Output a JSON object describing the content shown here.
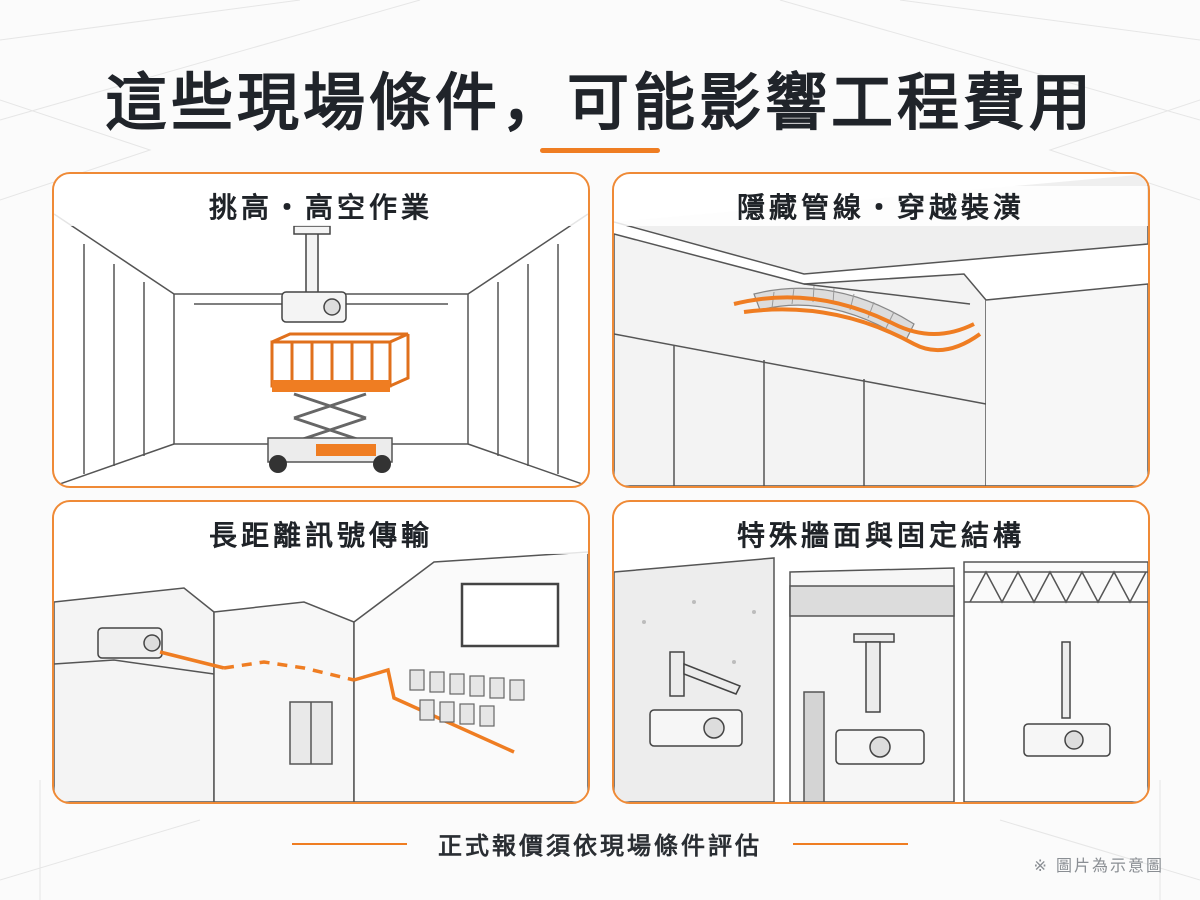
{
  "title": "這些現場條件，可能影響工程費用",
  "panels": [
    {
      "label": "挑高・高空作業",
      "scene": "scissor-lift-high-ceiling"
    },
    {
      "label": "隱藏管線・穿越裝潢",
      "scene": "hidden-conduit-ceiling"
    },
    {
      "label": "長距離訊號傳輸",
      "scene": "long-distance-signal-cabling"
    },
    {
      "label": "特殊牆面與固定結構",
      "scene": "special-wall-and-mount-structures"
    }
  ],
  "footer": "正式報價須依現場條件評估",
  "note": "※ 圖片為示意圖",
  "colors": {
    "accent": "#ef7d22",
    "panel_border": "#ef8a36",
    "text": "#1f2328"
  }
}
